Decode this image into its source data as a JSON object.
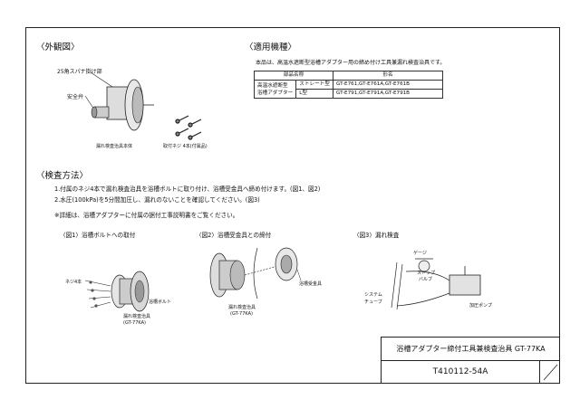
{
  "exterior": {
    "heading": "〈外観図〉",
    "label_wrench": "25角スパナ掛け部",
    "label_safety_valve": "安全弁",
    "label_body": "漏れ検査治具本体",
    "label_screws": "取付ネジ 4本(付属品)"
  },
  "applicable": {
    "heading": "〈適用機種〉",
    "description": "本品は、高温水遮断型浴槽アダプター用の締め付け工具兼漏れ検査治具です。",
    "col_part": "部品名称",
    "col_model": "形名",
    "part_name_1": "高温水遮断型",
    "part_name_2": "浴槽アダプター",
    "rows": [
      {
        "type": "ストレート型",
        "models": "GT-E761,GT-E761A,GT-E761B"
      },
      {
        "type": "L型",
        "models": "GT-E791,GT-E791A,GT-E791B"
      }
    ]
  },
  "method": {
    "heading": "〈検査方法〉",
    "step1": "1.付属のネジ4本で漏れ検査治具を浴槽ボルトに取り付け、浴槽受金具へ締め付けます。(図1、図2)",
    "step2": "2.水圧(100kPa)を5分間加圧し、漏れのないことを確認してください。(図3)",
    "note": "※詳細は、浴槽アダプターに付属の据付工事説明書をご覧ください。"
  },
  "fig1": {
    "title": "〈図1〉浴槽ボルトへの取付",
    "label_screws": "ネジ4本",
    "label_bolt": "浴槽ボルト",
    "label_jig_1": "漏れ検査治具",
    "label_jig_2": "(GT-77KA)"
  },
  "fig2": {
    "title": "〈図2〉浴槽受金具との締付",
    "label_receiver": "浴槽受金具",
    "label_jig_1": "漏れ検査治具",
    "label_jig_2": "(GT-77KA)"
  },
  "fig3": {
    "title": "〈図3〉漏れ検査",
    "label_gauge": "ゲージ",
    "label_stop_1": "ストップ",
    "label_stop_2": "バルブ",
    "label_system_1": "システム",
    "label_system_2": "チューブ",
    "label_pump": "加圧ポンプ"
  },
  "titleblock": {
    "title": "浴槽アダプター締付工具兼検査治具 GT-77KA",
    "code": "T410112-54A"
  }
}
